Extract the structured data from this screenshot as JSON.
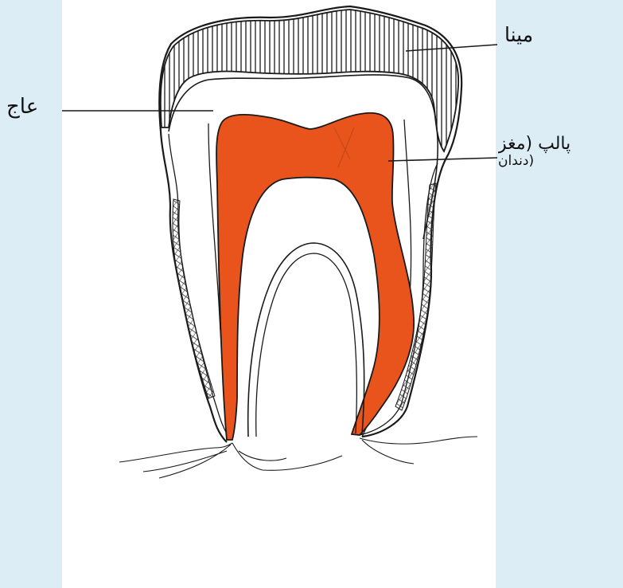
{
  "labels": {
    "enamel": "مینا",
    "dentin": "عاج",
    "pulp_line1": "پالپ (مغز",
    "pulp_line2": "دندان)"
  },
  "colors": {
    "background": "#dcedf5",
    "panel": "#ffffff",
    "pulp": "#e8541c",
    "outline": "#1a1a1a"
  }
}
